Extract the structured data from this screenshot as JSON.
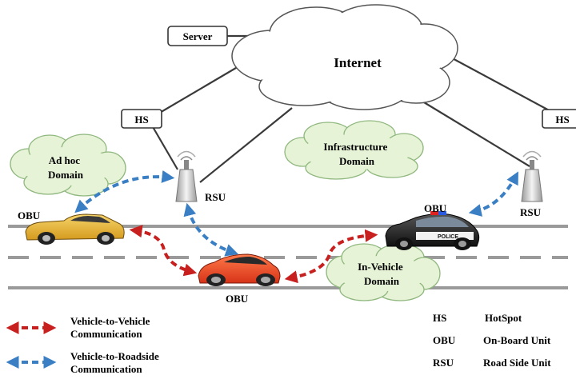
{
  "nodes": {
    "internet": "Internet",
    "server": "Server",
    "hs_left": "HS",
    "hs_right": "HS",
    "rsu_left": "RSU",
    "rsu_right": "RSU",
    "obu_left": "OBU",
    "obu_right": "OBU",
    "obu_center": "OBU"
  },
  "domains": {
    "adhoc": [
      "Ad hoc",
      "Domain"
    ],
    "infrastructure": [
      "Infrastructure",
      "Domain"
    ],
    "invehicle": [
      "In-Vehicle",
      "Domain"
    ]
  },
  "legend": {
    "v2v": [
      "Vehicle-to-Vehicle",
      "Communication"
    ],
    "v2r": [
      "Vehicle-to-Roadside",
      "Communication"
    ],
    "abbreviations": [
      {
        "abbr": "HS",
        "full": "HotSpot"
      },
      {
        "abbr": "OBU",
        "full": "On-Board Unit"
      },
      {
        "abbr": "RSU",
        "full": "Road Side Unit"
      }
    ]
  },
  "colors": {
    "v2v_arrow": "#c8201e",
    "v2r_arrow": "#3a7fc4",
    "cloud_fill": "#ffffff",
    "domain_fill": "#e6f3d6",
    "domain_stroke": "#8fb77e",
    "road": "#9a9a9a"
  }
}
